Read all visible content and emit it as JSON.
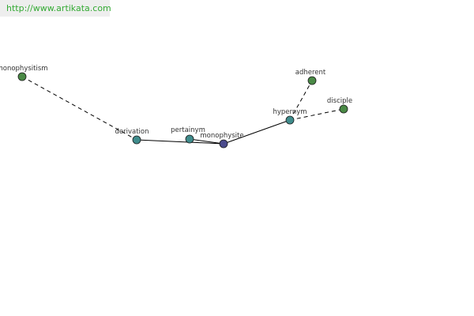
{
  "banner": {
    "url": "http://www.artikata.com",
    "color": "#33aa33"
  },
  "graph": {
    "node_fill_default": "#4a8c6e",
    "nodes": [
      {
        "id": "monophysitism",
        "label": "monophysitism",
        "fill": "#4a8a46"
      },
      {
        "id": "derivation",
        "label": "derivation",
        "fill": "#3f8c8c"
      },
      {
        "id": "pertainym",
        "label": "pertainym",
        "fill": "#3f8c8c"
      },
      {
        "id": "monophysite",
        "label": "monophysite",
        "fill": "#4a4a8c"
      },
      {
        "id": "hypernym",
        "label": "hypernym",
        "fill": "#3f8c8c"
      },
      {
        "id": "adherent",
        "label": "adherent",
        "fill": "#4a8a46"
      },
      {
        "id": "disciple",
        "label": "disciple",
        "fill": "#4a8a46"
      }
    ],
    "edges": [
      {
        "from": "monophysitism",
        "to": "derivation",
        "style": "dashed"
      },
      {
        "from": "derivation",
        "to": "monophysite",
        "style": "solid"
      },
      {
        "from": "pertainym",
        "to": "monophysite",
        "style": "solid"
      },
      {
        "from": "monophysite",
        "to": "hypernym",
        "style": "solid"
      },
      {
        "from": "hypernym",
        "to": "adherent",
        "style": "dashed"
      },
      {
        "from": "hypernym",
        "to": "disciple",
        "style": "dashed"
      }
    ]
  }
}
